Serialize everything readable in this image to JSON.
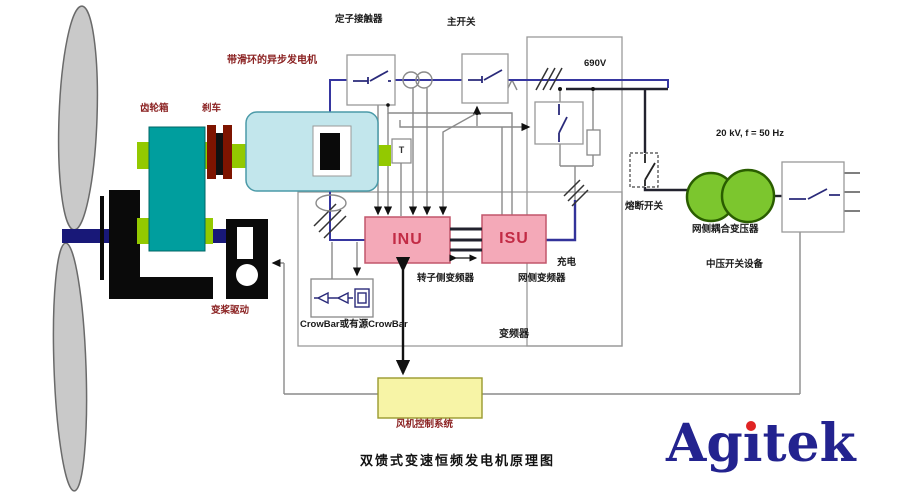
{
  "diagram": {
    "title": "双馈式变速恒频发电机原理图",
    "labels": {
      "stator_contactor": "定子接触器",
      "main_switch": "主开关",
      "generator": "带滑环的异步发电机",
      "gearbox": "齿轮箱",
      "brake": "刹车",
      "voltage_690": "690V",
      "grid_voltage": "20 kV, f = 50 Hz",
      "fuse_switch": "熔断开关",
      "coupling_transformer": "网侧耦合变压器",
      "mv_switchgear": "中压开关设备",
      "inu": "INU",
      "isu": "ISU",
      "rotor_converter": "转子侧变频器",
      "grid_converter": "网侧变频器",
      "charging": "充电",
      "crowbar": "CrowBar或有源CrowBar",
      "converter": "变频器",
      "pitch_drive": "变桨驱动",
      "control_system": "风机控制系统",
      "tacho": "T"
    },
    "logo": {
      "text": "Agitek",
      "part1": "Ag",
      "dotless_i": "ı",
      "part2": "tek",
      "dot_color": "#e02424",
      "text_color": "#23238f"
    },
    "colors": {
      "gearbox_teal": "#009e9e",
      "generator_blue": "#c2e6ec",
      "converter_pink": "#f4a9b8",
      "transformer_green": "#7cc62e",
      "control_yellow": "#f7f4a6",
      "shaft_navy": "#181878",
      "lime_shaft": "#93c900",
      "brake_red": "#7e1400",
      "wire_blue": "#3636a0",
      "wire_gray": "#8a8a8a"
    }
  }
}
